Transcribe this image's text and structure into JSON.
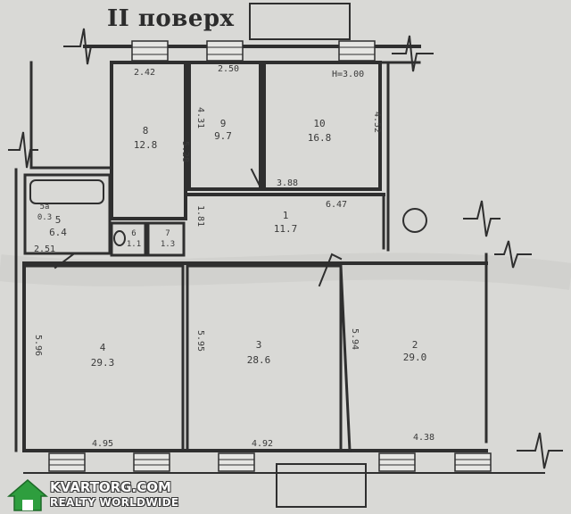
{
  "title": "II поверх",
  "watermark": {
    "line1": "KVARTORG.COM",
    "line2": "REALTY WORLDWIDE",
    "logo": "house-logo-icon",
    "accent": "#2e9e3e"
  },
  "colors": {
    "paper": "#d9d9d6",
    "wall": "#2f2f2f",
    "text": "#3a3a3a"
  },
  "rooms": [
    {
      "id": "8",
      "area": "12.8"
    },
    {
      "id": "9",
      "area": "9.7"
    },
    {
      "id": "10",
      "area": "16.8"
    },
    {
      "id": "5",
      "area": "6.4"
    },
    {
      "id": "5а",
      "area": "0.3"
    },
    {
      "id": "6",
      "area": "1.1"
    },
    {
      "id": "7",
      "area": "1.3"
    },
    {
      "id": "1",
      "area": "11.7"
    },
    {
      "id": "4",
      "area": "29.3"
    },
    {
      "id": "3",
      "area": "28.6"
    },
    {
      "id": "2",
      "area": "29.0"
    }
  ],
  "dimensions": {
    "d1": "2.42",
    "d2": "2.50",
    "h": "H=3.00",
    "d3": "5.28",
    "d4": "4.31",
    "d5": "4.52",
    "d6": "3.88",
    "d7": "6.47",
    "d8": "1.81",
    "d9": "2.51",
    "d10": "5.96",
    "d11": "5.95",
    "d12": "5.94",
    "d13": "4.95",
    "d14": "4.92",
    "d15": "4.38"
  }
}
